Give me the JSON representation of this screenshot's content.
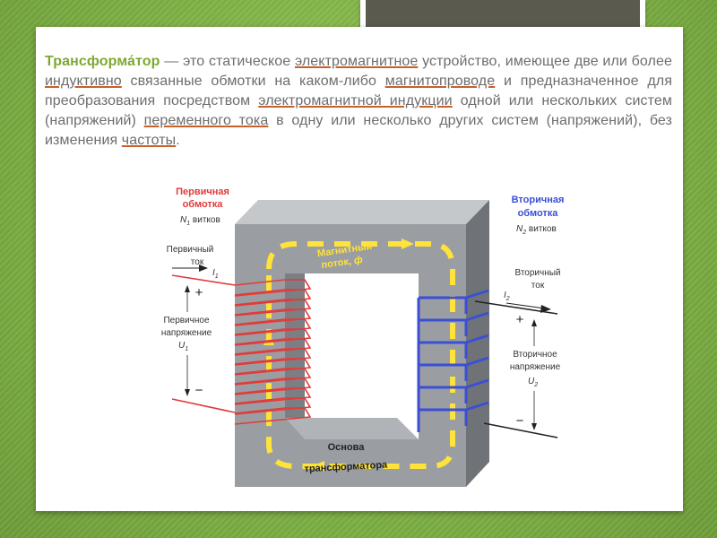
{
  "description": {
    "term": "Трансформа́тор",
    "dash": " — это статическое ",
    "link_electromagnetic": "электромагнитное",
    "t1": " устройство, имеющее две или более ",
    "link_inductive": "индуктивно",
    "t2": " связанные обмотки на каком-либо ",
    "link_core": "магнитопроводе",
    "t3": " и предназначенное для преобразования посредством ",
    "link_induction": "электромагнитной индукции",
    "t4": " одной или нескольких систем (напряжений) ",
    "link_ac": "переменного тока",
    "t5": " в одну или несколько других систем (напряжений), без изменения ",
    "link_freq": "частоты",
    "t6": "."
  },
  "diagram": {
    "primary_winding_line1": "Первичная",
    "primary_winding_line2": "обмотка",
    "n1": "N",
    "n1_sub": "1",
    "n1_suffix": " витков",
    "primary_current_line1": "Первичный",
    "primary_current_line2": "ток",
    "i1": "I",
    "i1_sub": "1",
    "plus_left": "+",
    "primary_voltage_line1": "Первичное",
    "primary_voltage_line2": "напряжение",
    "u1": "U",
    "u1_sub": "1",
    "minus_left": "−",
    "secondary_winding_line1": "Вторичная",
    "secondary_winding_line2": "обмотка",
    "n2": "N",
    "n2_sub": "2",
    "n2_suffix": " витков",
    "secondary_current_line1": "Вторичный",
    "secondary_current_line2": "ток",
    "i2": "I",
    "i2_sub": "2",
    "plus_right": "+",
    "secondary_voltage_line1": "Вторичное",
    "secondary_voltage_line2": "напряжение",
    "u2": "U",
    "u2_sub": "2",
    "minus_right": "−",
    "flux_line1": "Магнитный",
    "flux_line2": "поток, ",
    "flux_symbol": "ф",
    "core_line1": "Основа",
    "core_line2": "трансформатора",
    "colors": {
      "primary": "#e23a3a",
      "secondary": "#3b4fd6",
      "flux": "#ffe23a",
      "core_front": "#9a9ea3",
      "core_top": "#c5c8cb",
      "core_side": "#6f7378"
    }
  }
}
